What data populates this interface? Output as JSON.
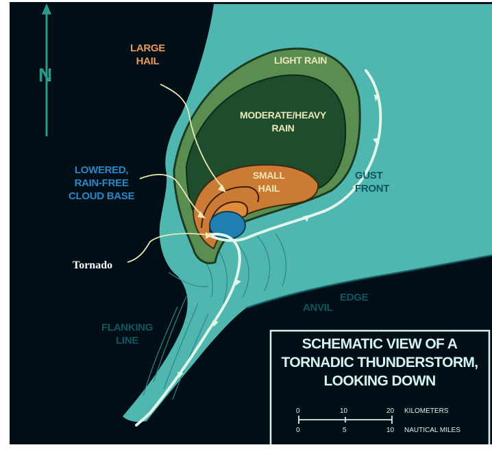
{
  "compass": {
    "label": "N"
  },
  "regions": {
    "large_hail": [
      "LARGE",
      "HAIL"
    ],
    "light_rain": [
      "LIGHT RAIN"
    ],
    "moderate_heavy_rain": [
      "MODERATE/HEAVY",
      "RAIN"
    ],
    "small_hail": [
      "SMALL",
      "HAIL"
    ],
    "lowered_cloud_base": [
      "LOWERED,",
      "RAIN-FREE",
      "CLOUD BASE"
    ],
    "gust_front": [
      "GUST",
      "FRONT"
    ],
    "tornado": "Tornado",
    "anvil": "ANVIL",
    "edge": "EDGE",
    "flanking_line": [
      "FLANKING",
      "LINE"
    ]
  },
  "title": [
    "SCHEMATIC VIEW OF A",
    "TORNADIC THUNDERSTORM,",
    "LOOKING DOWN"
  ],
  "scale": {
    "km_ticks": [
      "0",
      "10",
      "20"
    ],
    "km_label": "KILOMETERS",
    "nmi_ticks": [
      "0",
      "5",
      "10"
    ],
    "nmi_label": "NAUTICAL MILES"
  },
  "colors": {
    "background": "#030f16",
    "anvil": "#4fb6b0",
    "light_rain": "#5a8e50",
    "heavy_rain": "#1e4d2e",
    "small_hail": "#cc7b35",
    "large_hail_core": "#e08a3a",
    "cloud_base": "#1f7fb0",
    "label_orange": "#e79a5a",
    "label_cream": "#ece8b8",
    "label_blue": "#2a87c9",
    "label_teal": "#0e5660"
  }
}
